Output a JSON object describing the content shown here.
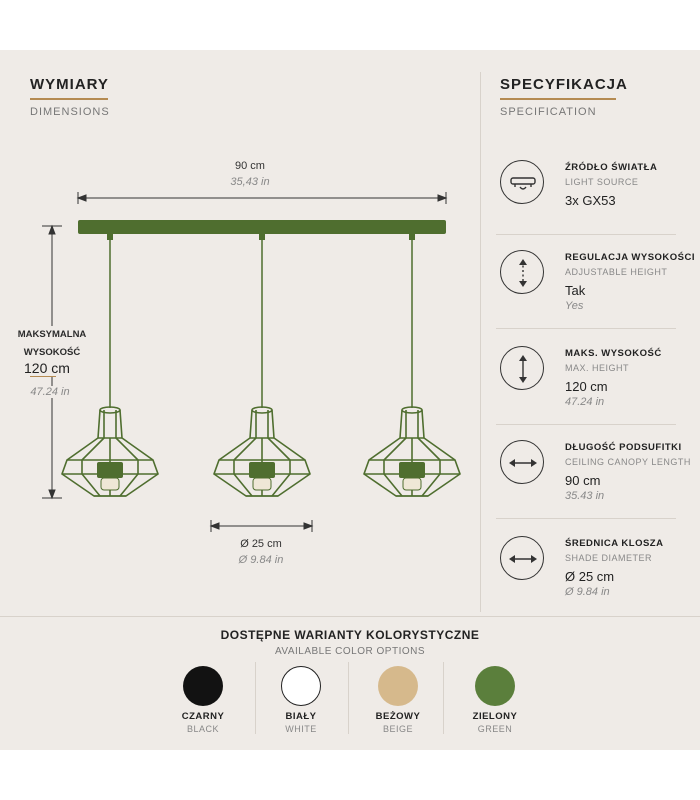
{
  "dimensions": {
    "title": "WYMIARY",
    "subtitle": "DIMENSIONS",
    "width_cm": "90 cm",
    "width_in": "35,43 in",
    "height_label_line1": "MAKSYMALNA",
    "height_label_line2": "WYSOKOŚĆ",
    "height_cm": "120 cm",
    "height_in": "47.24 in",
    "shade_cm": "Ø 25 cm",
    "shade_in": "Ø 9.84 in"
  },
  "specification": {
    "title": "SPECYFIKACJA",
    "subtitle": "SPECIFICATION",
    "items": [
      {
        "label": "ŹRÓDŁO ŚWIATŁA",
        "label_en": "LIGHT SOURCE",
        "value": "3x GX53",
        "value_in": "",
        "icon": "light-source-icon"
      },
      {
        "label": "REGULACJA WYSOKOŚCI",
        "label_en": "ADJUSTABLE HEIGHT",
        "value": "Tak",
        "value_in": "Yes",
        "icon": "adjustable-height-icon"
      },
      {
        "label": "MAKS. WYSOKOŚĆ",
        "label_en": "MAX. HEIGHT",
        "value": "120 cm",
        "value_in": "47.24 in",
        "icon": "max-height-icon"
      },
      {
        "label": "DŁUGOŚĆ PODSUFITKI",
        "label_en": "CEILING CANOPY LENGTH",
        "value": "90 cm",
        "value_in": "35.43 in",
        "icon": "canopy-length-icon"
      },
      {
        "label": "ŚREDNICA KLOSZA",
        "label_en": "SHADE DIAMETER",
        "value": "Ø 25 cm",
        "value_in": "Ø 9.84 in",
        "icon": "shade-diameter-icon"
      }
    ]
  },
  "colors": {
    "title": "DOSTĘPNE WARIANTY KOLORYSTYCZNE",
    "subtitle": "AVAILABLE COLOR OPTIONS",
    "options": [
      {
        "name": "CZARNY",
        "name_en": "BLACK",
        "hex": "#121212"
      },
      {
        "name": "BIAŁY",
        "name_en": "WHITE",
        "hex": "#ffffff"
      },
      {
        "name": "BEŻOWY",
        "name_en": "BEIGE",
        "hex": "#d6b98c"
      },
      {
        "name": "ZIELONY",
        "name_en": "GREEN",
        "hex": "#5b7f3c"
      }
    ]
  },
  "palette": {
    "lamp_green": "#4f6e2f",
    "accent": "#b58b52"
  }
}
